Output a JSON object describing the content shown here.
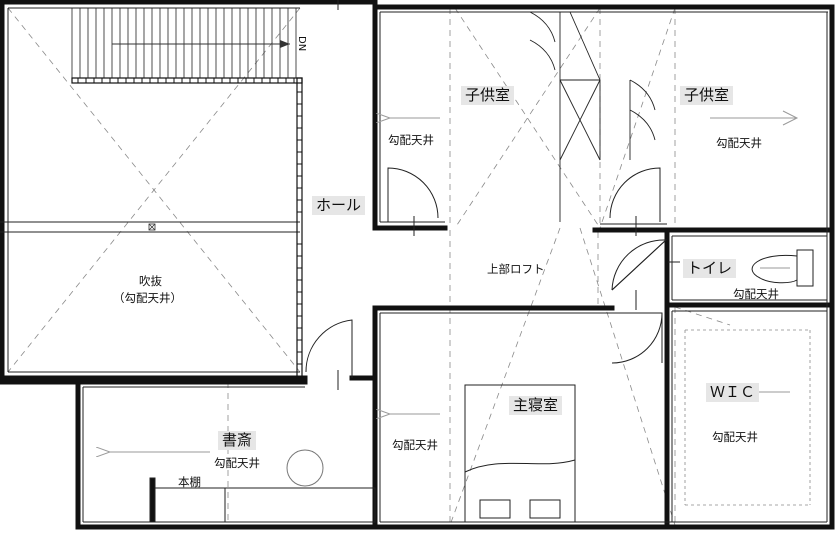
{
  "labels": {
    "dn": "DN",
    "kids_room_1": "子供室",
    "kids_room_2": "子供室",
    "hall": "ホール",
    "atrium_title": "吹抜",
    "atrium_sub": "（勾配天井）",
    "upper_loft": "上部ロフト",
    "toilet": "トイレ",
    "master_bedroom": "主寝室",
    "wic": "ＷＩＣ",
    "study": "書斎",
    "bookshelf": "本棚",
    "sloped_ceiling_kids1": "勾配天井",
    "sloped_ceiling_kids2": "勾配天井",
    "sloped_ceiling_toilet": "勾配天井",
    "sloped_ceiling_master": "勾配天井",
    "sloped_ceiling_wic": "勾配天井",
    "sloped_ceiling_study": "勾配天井"
  },
  "colors": {
    "wall": "#111111",
    "thin_line": "#222222",
    "dashed_line": "#8a8a8a",
    "arrow": "#9a9a9a",
    "room_label_bg": "#e6e6e6"
  }
}
